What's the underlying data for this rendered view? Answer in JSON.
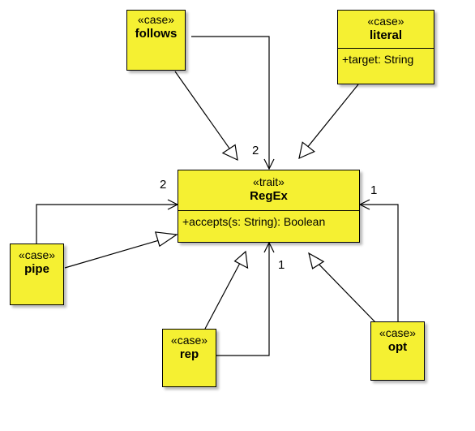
{
  "colors": {
    "class_fill": "#f5f032",
    "line": "#000000",
    "shadow": "#999999"
  },
  "classes": {
    "regex": {
      "stereotype": "«trait»",
      "name": "RegEx",
      "members": [
        "+accepts(s: String): Boolean"
      ]
    },
    "follows": {
      "stereotype": "«case»",
      "name": "follows",
      "members": []
    },
    "literal": {
      "stereotype": "«case»",
      "name": "literal",
      "members": [
        "+target: String"
      ]
    },
    "pipe": {
      "stereotype": "«case»",
      "name": "pipe",
      "members": []
    },
    "rep": {
      "stereotype": "«case»",
      "name": "rep",
      "members": []
    },
    "opt": {
      "stereotype": "«case»",
      "name": "opt",
      "members": []
    }
  },
  "relations": [
    {
      "kind": "generalization",
      "from": "follows",
      "to": "regex"
    },
    {
      "kind": "generalization",
      "from": "literal",
      "to": "regex"
    },
    {
      "kind": "generalization",
      "from": "pipe",
      "to": "regex"
    },
    {
      "kind": "generalization",
      "from": "rep",
      "to": "regex"
    },
    {
      "kind": "generalization",
      "from": "opt",
      "to": "regex"
    },
    {
      "kind": "association",
      "from": "follows",
      "to": "regex",
      "multiplicity": "2"
    },
    {
      "kind": "association",
      "from": "pipe",
      "to": "regex",
      "multiplicity": "2"
    },
    {
      "kind": "association",
      "from": "rep",
      "to": "regex",
      "multiplicity": "1"
    },
    {
      "kind": "association",
      "from": "opt",
      "to": "regex",
      "multiplicity": "1"
    }
  ]
}
